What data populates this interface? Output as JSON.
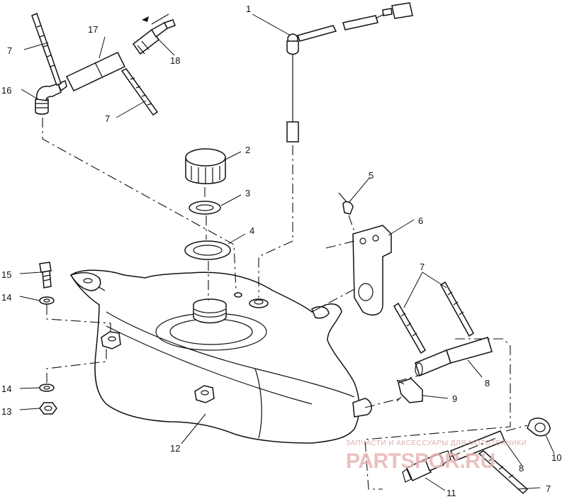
{
  "callouts": {
    "c1": "1",
    "c2": "2",
    "c3": "3",
    "c4": "4",
    "c5": "5",
    "c6": "6",
    "c7a": "7",
    "c7b": "7",
    "c7c": "7",
    "c7d": "7",
    "c8a": "8",
    "c8b": "8",
    "c9": "9",
    "c10": "10",
    "c11": "11",
    "c12": "12",
    "c13": "13",
    "c14a": "14",
    "c14b": "14",
    "c15": "15",
    "c16": "16",
    "c17": "17",
    "c18": "18"
  },
  "watermark": {
    "caption": "ЗАПЧАСТИ И АКСЕССУАРЫ ДЛЯ МОТОТЕХНИКИ",
    "brand": "PARTSPOR.RU",
    "color": "#e8b6b6"
  }
}
